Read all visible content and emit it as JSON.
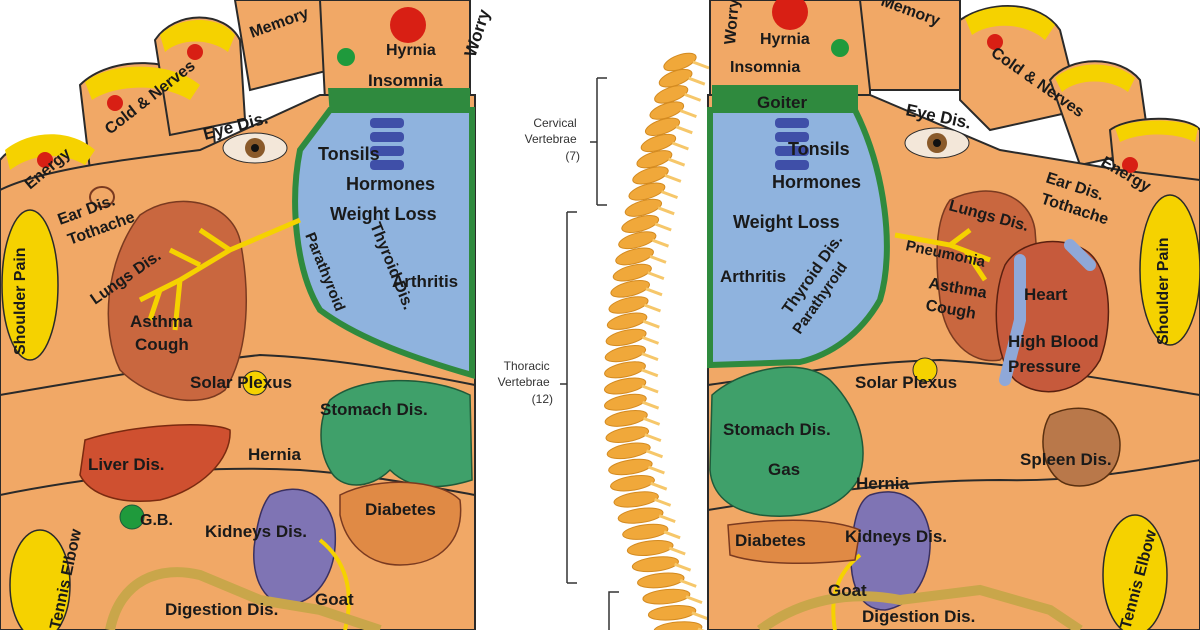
{
  "colors": {
    "skin": "#f1a866",
    "skin_dark": "#e08a45",
    "outline": "#2a2a2a",
    "toe_tip": "#f5d200",
    "point_red": "#d81f14",
    "point_green": "#1f9a3c",
    "lung": "#c9673f",
    "liver": "#cf5030",
    "thyroid_blue": "#8fb3de",
    "thyroid_border": "#2f8a3e",
    "stomach": "#3fa06a",
    "kidney": "#7f74b4",
    "heart": "#c65a3c",
    "spleen": "#b9784a",
    "intestine": "#c9a64a",
    "spine": "#f0a83a"
  },
  "left_foot": {
    "toes": [
      "Energy",
      "Cold & Nerves",
      "Memory",
      "Worry"
    ],
    "labels": {
      "hyrnia": "Hyrnia",
      "insomnia": "Insomnia",
      "eye": "Eye Dis.",
      "ear": "Ear Dis.",
      "tothache": "Tothache",
      "shoulder": "Shoulder Pain",
      "lungs": "Lungs Dis.",
      "asthma": "Asthma",
      "cough": "Cough",
      "tonsils": "Tonsils",
      "hormones": "Hormones",
      "weight": "Weight Loss",
      "thyroid": "Thyroid Dis.",
      "parathyroid": "Parathyroid",
      "arthritis": "Arthritis",
      "solar": "Solar Plexus",
      "stomach": "Stomach Dis.",
      "liver": "Liver Dis.",
      "gb": "G.B.",
      "hernia": "Hernia",
      "kidneys": "Kidneys Dis.",
      "diabetes": "Diabetes",
      "digestion": "Digestion Dis.",
      "goat": "Goat",
      "elbow": "Tennis Elbow"
    }
  },
  "spine": {
    "cervical": "Cervical\nVertebrae\n(7)",
    "thoracic": "Thoracic\nVertebrae\n(12)"
  },
  "right_foot": {
    "toes": [
      "Worry",
      "Memory",
      "Cold & Nerves",
      "Energy"
    ],
    "labels": {
      "hyrnia": "Hyrnia",
      "insomnia": "Insomnia",
      "goiter": "Goiter",
      "tonsils": "Tonsils",
      "hormones": "Hormones",
      "eye": "Eye Dis.",
      "ear": "Ear Dis.",
      "tothache": "Tothache",
      "lungs": "Lungs Dis.",
      "pneumonia": "Pneumonia",
      "shoulder": "Shoulder Pain",
      "weight": "Weight Loss",
      "arthritis": "Arthritis",
      "thyroid": "Thyroid Dis.",
      "parathyroid": "Parathyroid",
      "asthma": "Asthma",
      "cough": "Cough",
      "heart": "Heart",
      "high_blood": "High Blood",
      "pressure": "Pressure",
      "solar": "Solar Plexus",
      "stomach": "Stomach Dis.",
      "gas": "Gas",
      "spleen": "Spleen Dis.",
      "hernia": "Hernia",
      "diabetes": "Diabetes",
      "kidneys": "Kidneys Dis.",
      "goat": "Goat",
      "digestion": "Digestion Dis.",
      "elbow": "Tennis Elbow"
    }
  }
}
